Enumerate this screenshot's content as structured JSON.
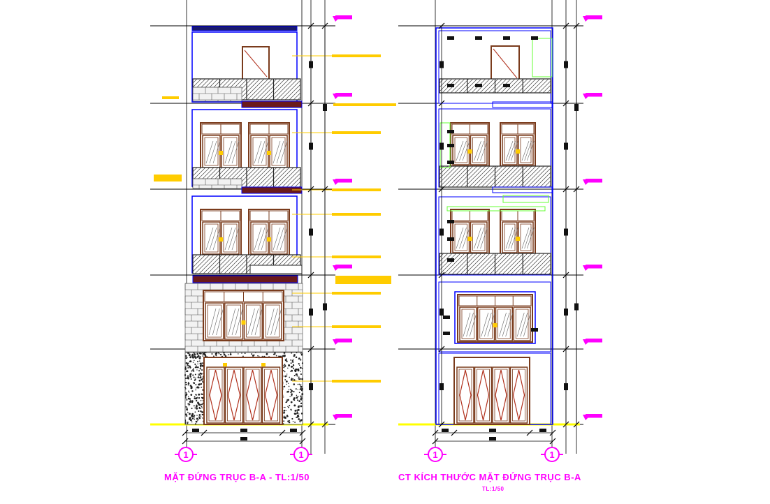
{
  "drawing": {
    "elevation_left": {
      "title": "MẶT ĐỨNG TRỤC B-A - TL:1/50",
      "axis_left": "1",
      "axis_right": "1"
    },
    "elevation_right": {
      "title": "CT KÍCH THƯỚC MẶT ĐỨNG TRỤC B-A",
      "scale": "TL:1/50",
      "axis_left": "1",
      "axis_right": "1"
    }
  },
  "colors": {
    "wall": "#0000ff",
    "grid": "#000000",
    "frame": "#7a3b1c",
    "dimension": "#000000",
    "annotation": "#ffcc00",
    "level_marker": "#ff00ff",
    "ground": "#ffff00",
    "title": "#ff00ff",
    "green": "#66ff33"
  },
  "icons": [
    "axis-bubble-icon",
    "level-marker-icon"
  ]
}
